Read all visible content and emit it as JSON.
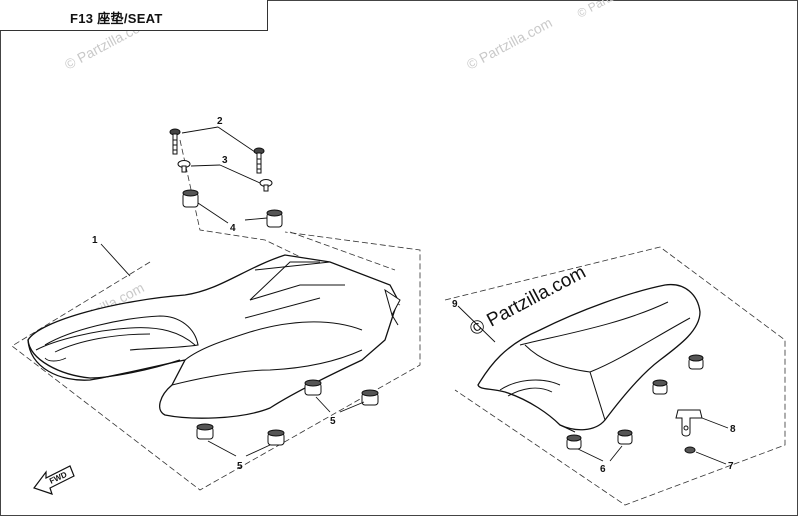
{
  "title": "F13  座垫/SEAT",
  "watermarks": [
    "© Partzilla.com",
    "© Partzilla.com",
    "© Partzilla.com",
    "© Partzilla.com"
  ],
  "watermark_main": "© Partzilla.com",
  "fwd_label": "FWD",
  "callouts": {
    "c1": "1",
    "c2": "2",
    "c3": "3",
    "c4": "4",
    "c5a": "5",
    "c5b": "5",
    "c6": "6",
    "c7": "7",
    "c8": "8",
    "c9": "9"
  }
}
